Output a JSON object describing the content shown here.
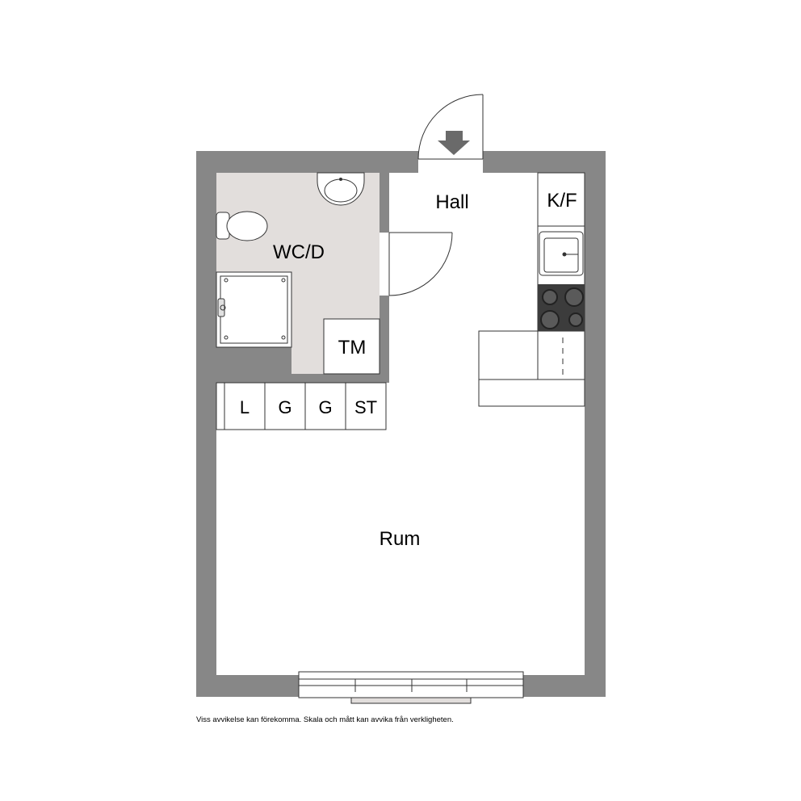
{
  "rooms": {
    "hall": "Hall",
    "kitchen": "K/F",
    "bathroom": "WC/D",
    "laundry": "TM",
    "living": "Rum"
  },
  "closets": {
    "l": "L",
    "g1": "G",
    "g2": "G",
    "st": "ST"
  },
  "disclaimer": "Viss avvikelse kan förekomma. Skala och mått kan avvika från verkligheten.",
  "colors": {
    "wall": "#878787",
    "bathroom_floor": "#e2dedc",
    "stove": "#3c3c3c",
    "fixture_line": "#333333"
  }
}
